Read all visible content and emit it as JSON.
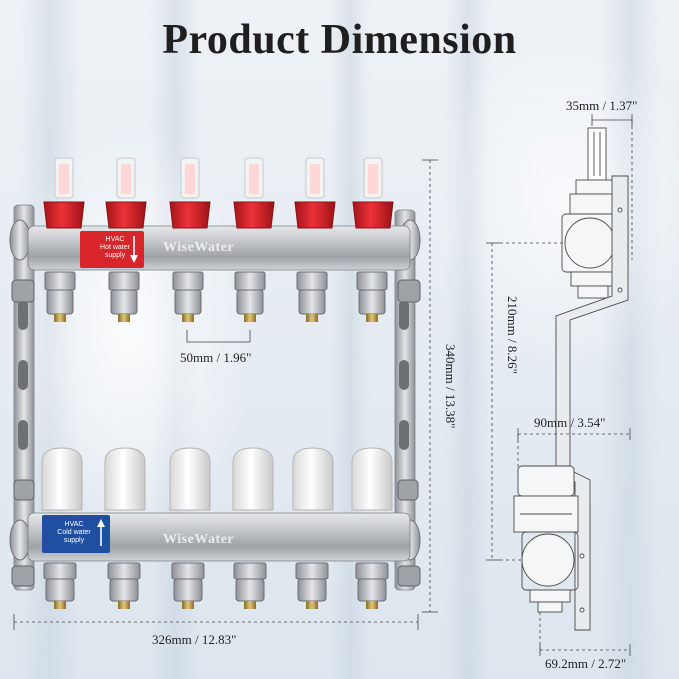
{
  "title": "Product Dimension",
  "dimensions": {
    "top_width": "35mm / 1.37\"",
    "spacing": "50mm / 1.96\"",
    "height_total": "340mm / 13.38\"",
    "height_center": "210mm / 8.26\"",
    "depth": "90mm / 3.54\"",
    "width_total": "326mm / 12.83\"",
    "bottom_width": "69.2mm / 2.72\""
  },
  "supply_label": {
    "line1": "HVAC",
    "line2": "Hot water",
    "line3": "supply"
  },
  "return_label": {
    "line1": "HVAC",
    "line2": "Cold water",
    "line3": "supply"
  },
  "brand": "WiseWater",
  "colors": {
    "hot": "#d8242b",
    "cold": "#1e4fa0",
    "steel": "#b9bcc0"
  },
  "icons": {
    "hot_arrow": "arrow-down-icon",
    "cold_arrow": "arrow-up-icon"
  }
}
